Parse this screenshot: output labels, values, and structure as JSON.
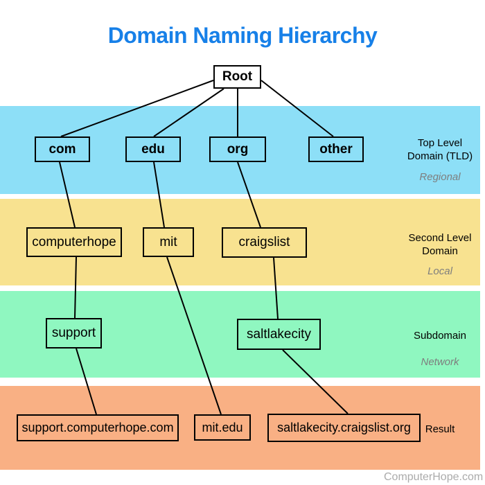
{
  "title": "Domain Naming Hierarchy",
  "title_color": "#1780e8",
  "watermark": "ComputerHope.com",
  "bands": [
    {
      "id": "tld",
      "color": "#8ddff7",
      "label1": "Top Level",
      "label2": "Domain (TLD)",
      "scope": "Regional"
    },
    {
      "id": "sld",
      "color": "#f8e290",
      "label1": "Second Level",
      "label2": "Domain",
      "scope": "Local"
    },
    {
      "id": "sub",
      "color": "#8ff7c0",
      "label1": "Subdomain",
      "label2": "",
      "scope": "Network"
    },
    {
      "id": "result",
      "color": "#f9b084",
      "label1": "Result",
      "label2": "",
      "scope": ""
    }
  ],
  "nodes": [
    {
      "id": "root",
      "label": "Root"
    },
    {
      "id": "com",
      "label": "com"
    },
    {
      "id": "edu",
      "label": "edu"
    },
    {
      "id": "org",
      "label": "org"
    },
    {
      "id": "other",
      "label": "other"
    },
    {
      "id": "computerhope",
      "label": "computerhope"
    },
    {
      "id": "mit",
      "label": "mit"
    },
    {
      "id": "craigslist",
      "label": "craigslist"
    },
    {
      "id": "support",
      "label": "support"
    },
    {
      "id": "saltlakecity",
      "label": "saltlakecity"
    },
    {
      "id": "support-computerhope-com",
      "label": "support.computerhope.com"
    },
    {
      "id": "mit-edu",
      "label": "mit.edu"
    },
    {
      "id": "saltlakecity-craigslist-org",
      "label": "saltlakecity.craigslist.org"
    }
  ],
  "edges": [
    [
      "root",
      "com"
    ],
    [
      "root",
      "edu"
    ],
    [
      "root",
      "org"
    ],
    [
      "root",
      "other"
    ],
    [
      "com",
      "computerhope"
    ],
    [
      "edu",
      "mit"
    ],
    [
      "org",
      "craigslist"
    ],
    [
      "computerhope",
      "support"
    ],
    [
      "craigslist",
      "saltlakecity"
    ],
    [
      "mit",
      "mit.edu"
    ],
    [
      "support",
      "support.computerhope.com"
    ],
    [
      "saltlakecity",
      "saltlakecity.craigslist.org"
    ]
  ]
}
